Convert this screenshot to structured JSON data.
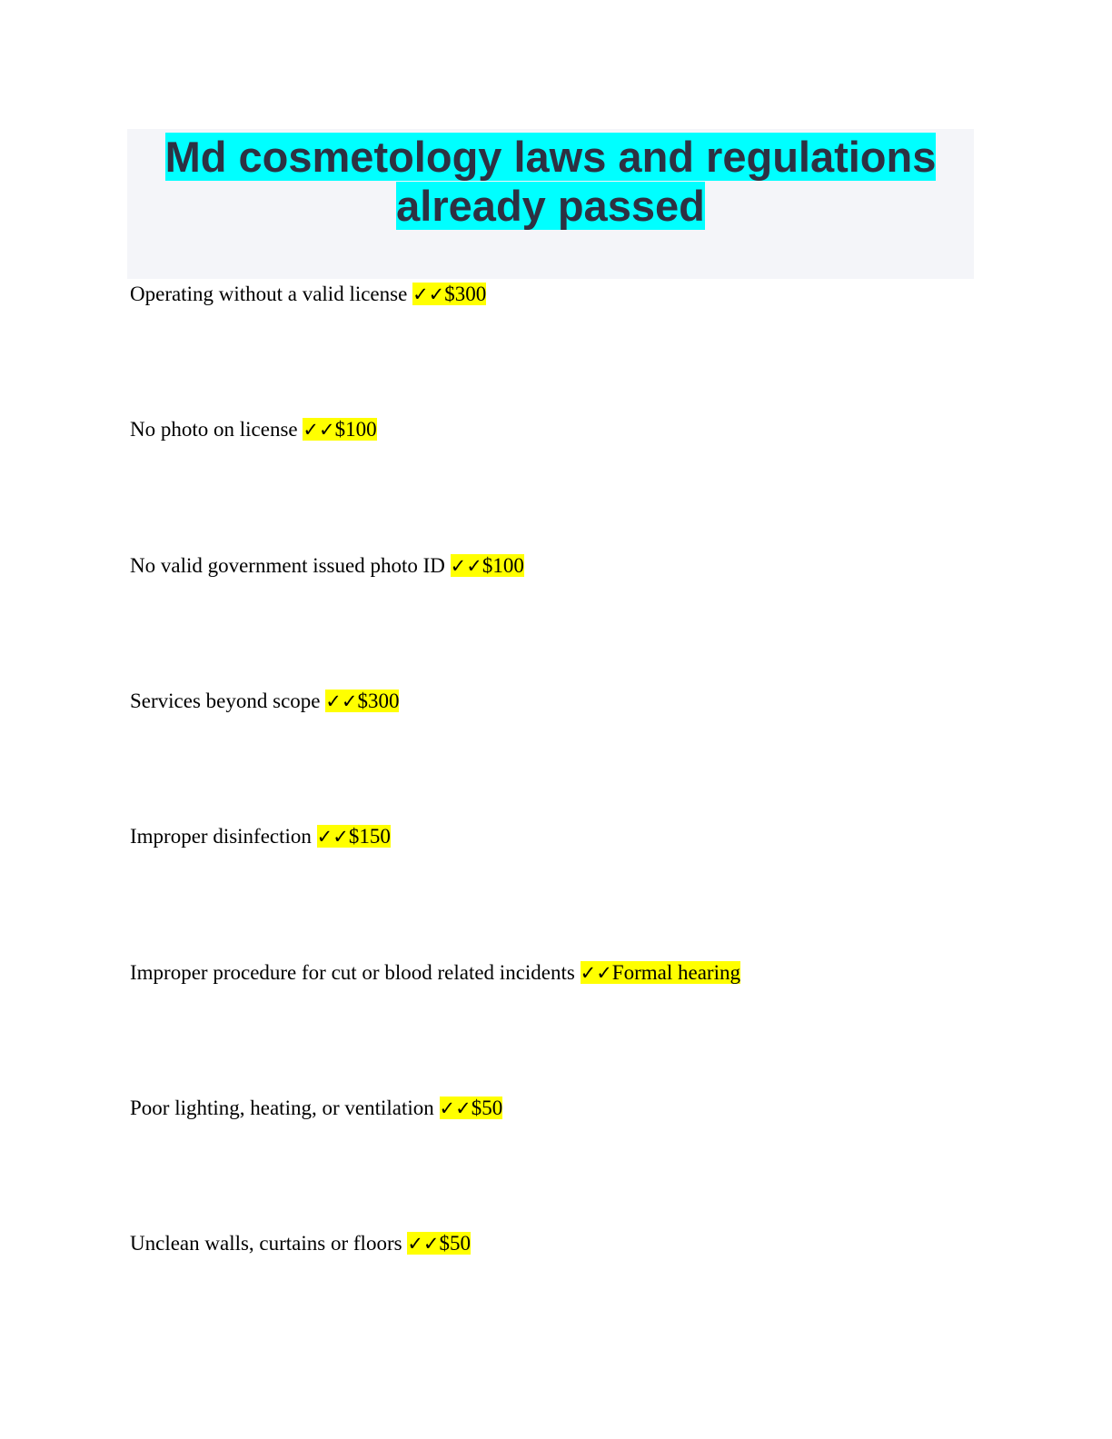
{
  "document": {
    "title": "Md cosmetology laws and regulations already passed",
    "check_glyph": "✓✓",
    "items": [
      {
        "question": "Operating without a valid license",
        "answer": "$300"
      },
      {
        "question": "No photo on license",
        "answer": "$100"
      },
      {
        "question": "No valid government issued photo ID",
        "answer": "$100"
      },
      {
        "question": "Services beyond scope",
        "answer": "$300"
      },
      {
        "question": "Improper disinfection",
        "answer": "$150"
      },
      {
        "question": "Improper procedure for cut or blood related incidents",
        "answer": "Formal hearing"
      },
      {
        "question": "Poor lighting, heating, or ventilation",
        "answer": "$50"
      },
      {
        "question": "Unclean walls, curtains or floors",
        "answer": "$50"
      }
    ]
  }
}
